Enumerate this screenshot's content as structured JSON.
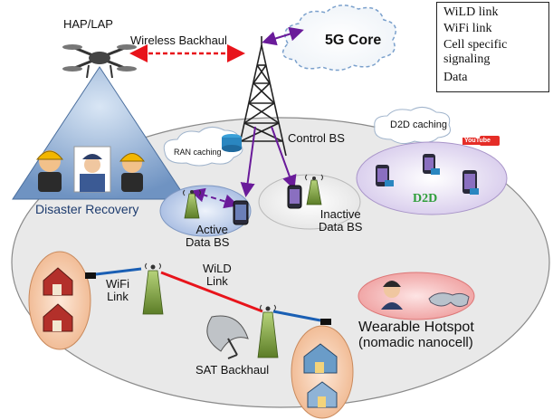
{
  "labels": {
    "hap": "HAP/LAP",
    "wireless_backhaul": "Wireless  Backhaul",
    "core": "5G Core",
    "control_bs": "Control BS",
    "ran_caching": "RAN caching",
    "d2d_caching": "D2D caching",
    "youtube": "YouTube",
    "d2d": "D2D",
    "disaster_recovery": "Disaster Recovery",
    "active_line1": "Active",
    "active_line2": "Data BS",
    "inactive_line1": "Inactive",
    "inactive_line2": "Data BS",
    "wifi_line1": "WiFi",
    "wifi_line2": "Link",
    "wild_line1": "WiLD",
    "wild_line2": "Link",
    "sat_backhaul": "SAT Backhaul",
    "wearable_line1": "Wearable Hotspot",
    "wearable_line2": "(nomadic nanocell)"
  },
  "legend": {
    "wild": "WiLD link",
    "wifi": "WiFi link",
    "cell_line1": "Cell specific",
    "cell_line2": "signaling",
    "data": "Data"
  },
  "colors": {
    "wild_link": "#e8141b",
    "wifi_link": "#1a5fb4",
    "signaling": "#6a1b9a",
    "d2d_text": "#2e9e3a",
    "triangle": "#7b9fc9",
    "active_cell": "#a9bfe3",
    "d2d_cell": "#e4dcf2",
    "wearable_cell": "#f2a3a3",
    "house_cell": "#f4c9a8"
  }
}
